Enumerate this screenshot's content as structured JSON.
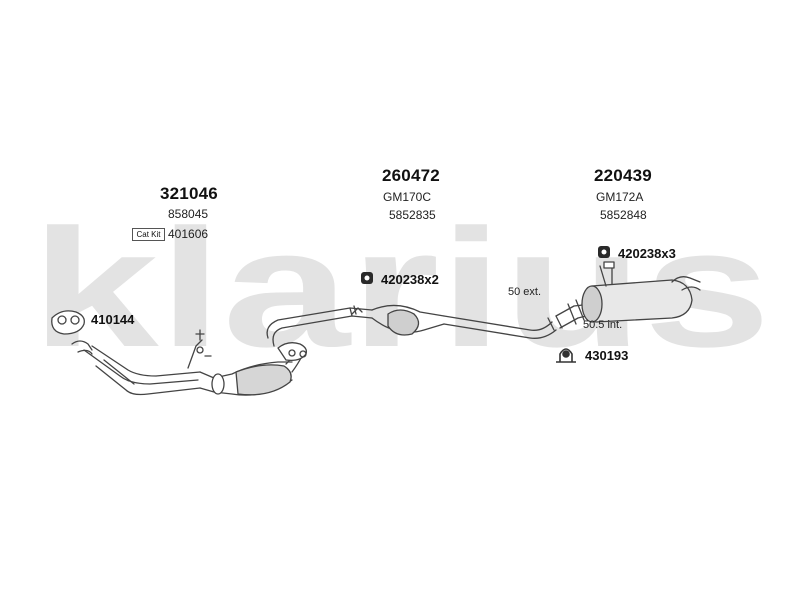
{
  "watermark": {
    "text": "klarius",
    "color": "#e3e3e3"
  },
  "group_front": {
    "number": "321046",
    "ref": "858045",
    "badge": "Cat Kit",
    "cat_ref": "401606"
  },
  "group_middle": {
    "number": "260472",
    "code": "GM170C",
    "ref": "5852835"
  },
  "group_rear": {
    "number": "220439",
    "code": "GM172A",
    "ref": "5852848"
  },
  "mount_middle": {
    "label": "420238x2",
    "icon": "rubber-mount-icon"
  },
  "mount_rear": {
    "label": "420238x3",
    "icon": "rubber-mount-icon"
  },
  "gasket_front": {
    "label": "410144",
    "icon": "gasket-icon"
  },
  "clamp_rear": {
    "label": "430193",
    "icon": "clamp-icon"
  },
  "joint_notes": {
    "ext": "50 ext.",
    "int": "50.5 int."
  },
  "colors": {
    "line": "#444444",
    "shade": "#bdbdbd",
    "text": "#111111"
  }
}
